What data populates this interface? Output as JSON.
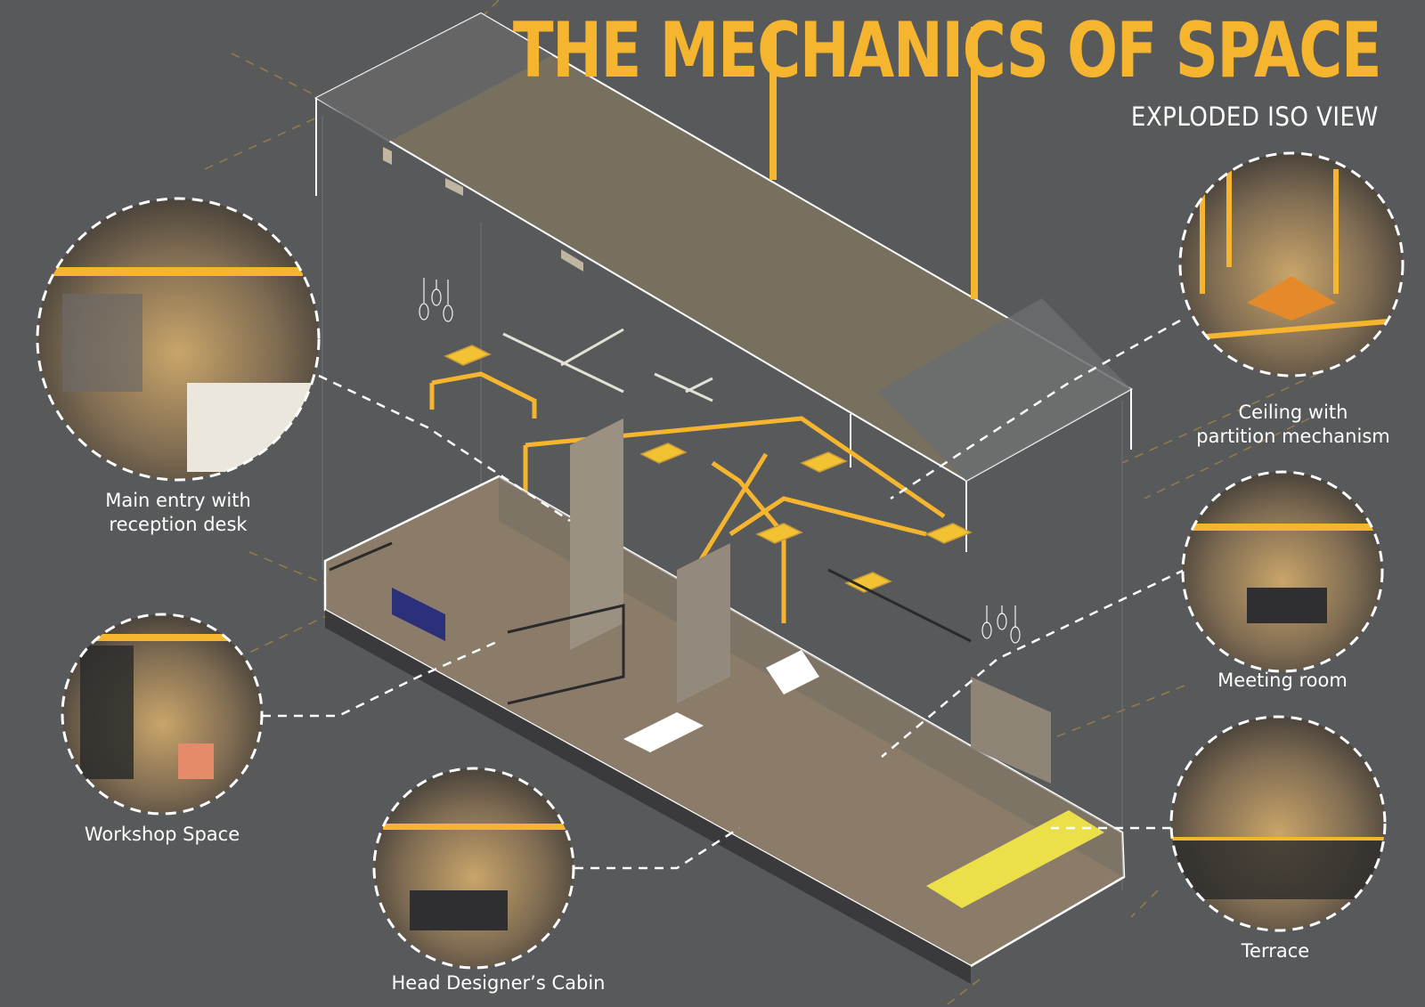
{
  "header": {
    "title": "THE MECHANICS OF SPACE",
    "subtitle": "EXPLODED ISO VIEW"
  },
  "colors": {
    "background": "#58595b",
    "accent": "#f5b52e",
    "linework": "#ffffff"
  },
  "callouts": [
    {
      "id": "main-entry",
      "caption": [
        "Main entry with",
        "reception desk"
      ]
    },
    {
      "id": "ceiling",
      "caption": [
        "Ceiling with",
        "partition mechanism"
      ]
    },
    {
      "id": "meeting",
      "caption": [
        "Meeting room"
      ]
    },
    {
      "id": "workshop",
      "caption": [
        "Workshop Space"
      ]
    },
    {
      "id": "cabin",
      "caption": [
        "Head Designer’s Cabin"
      ]
    },
    {
      "id": "terrace",
      "caption": [
        "Terrace"
      ]
    }
  ]
}
